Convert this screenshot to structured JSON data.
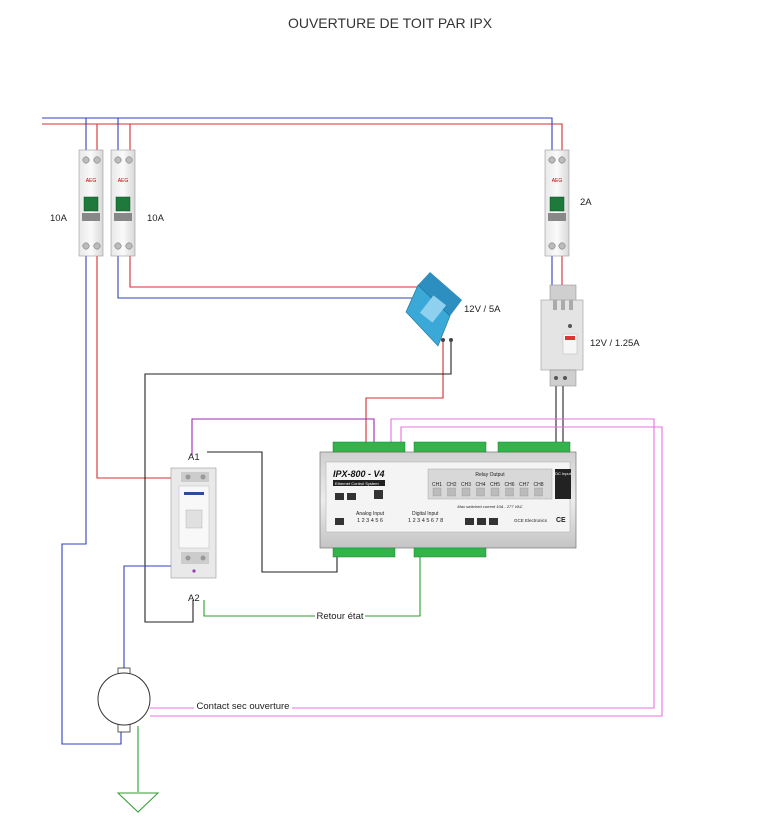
{
  "title": "OUVERTURE DE TOIT PAR IPX",
  "labels": {
    "breaker1": "10A",
    "breaker2": "10A",
    "breaker3": "2A",
    "psu_large": "12V / 5A",
    "psu_small": "12V / 1.25A",
    "relay_a1": "A1",
    "relay_a2": "A2",
    "feedback": "Retour état",
    "dry_contact": "Contact sec ouverture"
  },
  "ipx": {
    "name": "IPX-800 - V4",
    "subtitle": "Ethernet Control System",
    "relay_output": "Relay Output",
    "channels": [
      "CH1",
      "CH2",
      "CH3",
      "CH4",
      "CH5",
      "CH6",
      "CH7",
      "CH8"
    ],
    "relay_rating": "Max switched current 10A - 277 VAC",
    "analog_input": "Analog Input",
    "analog_numbers": "1 2 3 4 5 6",
    "digital_input": "Digital Input",
    "digital_numbers": "1 2 3 4 5 6 7 8",
    "brand": "GCE Electronics",
    "ce": "CE",
    "dc_input": "DC Input"
  },
  "breaker_brand": "AEG",
  "colors": {
    "phase": "#d32f2f",
    "neutral": "#3040c0",
    "control": "#222222",
    "command": "#9c27b0",
    "feedback": "#2e9d2e",
    "dry_contact": "#e86fe0",
    "ground": "#2e9d2e",
    "terminal_green": "#33b44a",
    "psu_blue": "#3aa9d8"
  }
}
